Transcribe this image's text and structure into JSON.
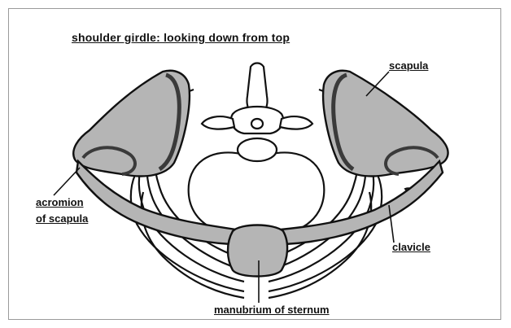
{
  "diagram": {
    "title": "shoulder girdle: looking down from top",
    "labels": {
      "scapula": "scapula",
      "acromion_line1": "acromion",
      "acromion_line2": "of scapula",
      "clavicle": "clavicle",
      "manubrium": "manubrium of sternum"
    }
  },
  "colors": {
    "bone_fill": "#b5b5b5",
    "bone_shadow": "#3a3a3a",
    "line": "#111111",
    "background": "#ffffff",
    "frame": "#9a9a9a"
  }
}
